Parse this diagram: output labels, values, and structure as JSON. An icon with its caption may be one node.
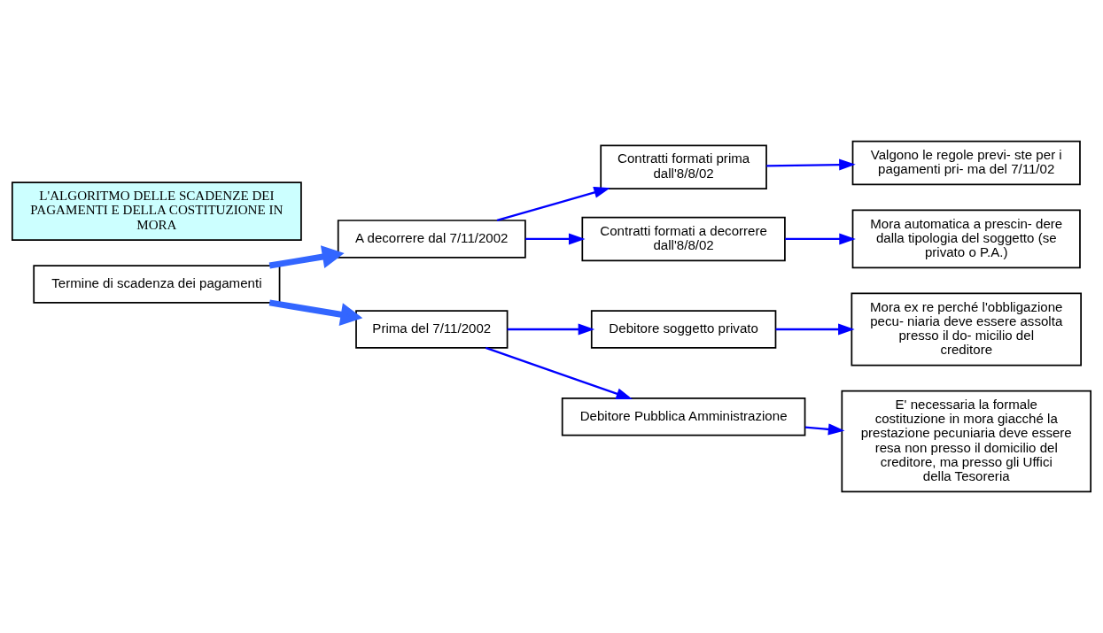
{
  "diagram": {
    "nodes": [
      {
        "text": [
          "L'ALGORITMO DELLE SCADENZE DEI PAGAMENTI E DELLA COSTITUZIONE IN MORA"
        ]
      },
      {
        "text": [
          "Termine di scadenza dei pagamenti"
        ]
      },
      {
        "text": [
          "A decorrere dal 7/11/2002"
        ]
      },
      {
        "text": [
          "Contratti formati prima dall'8/8/02"
        ]
      },
      {
        "text": [
          "Valgono le regole previ- ste per i pagamenti pri- ma del 7/11/02"
        ]
      },
      {
        "text": [
          "Contratti formati a decorrere dall'8/8/02"
        ]
      },
      {
        "text": [
          "Mora automatica a prescin- dere dalla tipologia del soggetto (se privato o P.A.)"
        ]
      },
      {
        "text": [
          "Prima del 7/11/2002"
        ]
      },
      {
        "text": [
          "Debitore soggetto privato"
        ]
      },
      {
        "text": [
          "Mora ex re perché l'obbligazione pecu- niaria deve essere assolta presso il do- micilio del creditore"
        ]
      },
      {
        "text": [
          "Debitore Pubblica Amministrazione"
        ]
      },
      {
        "text": [
          "E' necessaria la formale costituzione in mora giacché la prestazione pecuniaria deve essere resa non presso il domicilio del creditore, ma presso gli Uffici della Tesoreria"
        ]
      }
    ],
    "edges": [
      {
        "from": 1,
        "to": 2,
        "arrow": "to",
        "style": "thick",
        "color": "#3366ff"
      },
      {
        "from": 2,
        "to": 3,
        "arrow": "to"
      },
      {
        "from": 3,
        "to": 4,
        "arrow": "to"
      },
      {
        "from": 2,
        "to": 5,
        "arrow": "to"
      },
      {
        "from": 5,
        "to": 6,
        "arrow": "to"
      },
      {
        "from": 1,
        "to": 7,
        "arrow": "to",
        "style": "thick",
        "color": "#3366ff"
      },
      {
        "from": 7,
        "to": 8,
        "arrow": "to"
      },
      {
        "from": 8,
        "to": 9,
        "arrow": "to"
      },
      {
        "from": 7,
        "to": 10,
        "arrow": "to"
      },
      {
        "from": 10,
        "to": 11,
        "arrow": "to"
      }
    ]
  }
}
